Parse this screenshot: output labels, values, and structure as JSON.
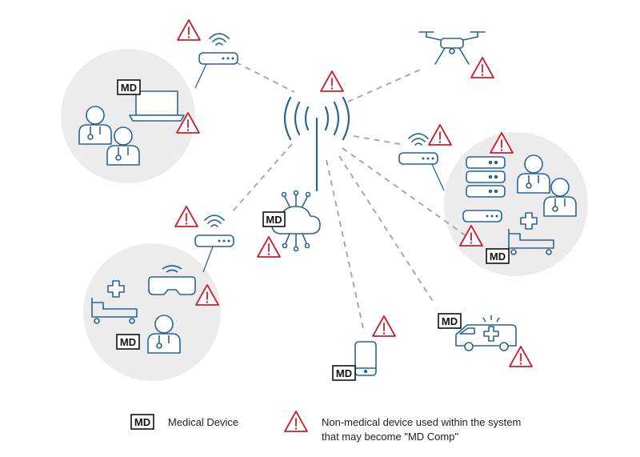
{
  "colors": {
    "device_stroke": "#2a6496",
    "warning_red": "#c8202f",
    "dashed_line": "#a9a9a9",
    "circle_fill": "#ececec",
    "md_box_stroke": "#111111"
  },
  "md_badge": "MD",
  "legend": {
    "md_label": "Medical Device",
    "warning_line1": "Non-medical device used within the system",
    "warning_line2": "that may become \"MD Comp\""
  }
}
